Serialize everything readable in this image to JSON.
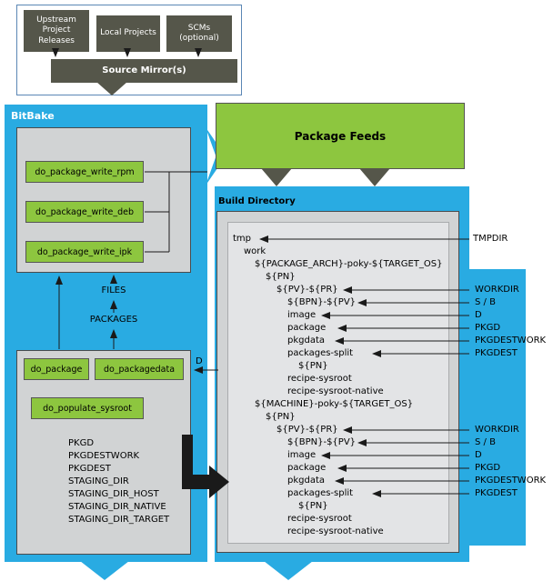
{
  "source_mirrors": {
    "boxes": [
      "Upstream Project Releases",
      "Local Projects",
      "SCMs (optional)"
    ],
    "mirror": "Source Mirror(s)"
  },
  "bitbake": {
    "title": "BitBake",
    "write_tasks": [
      "do_package_write_rpm",
      "do_package_write_deb",
      "do_package_write_ipk"
    ],
    "files_label": "FILES",
    "packages_label": "PACKAGES",
    "package_tasks": [
      "do_package",
      "do_packagedata"
    ],
    "sysroot_task": "do_populate_sysroot",
    "variables": [
      "PKGD",
      "PKGDESTWORK",
      "PKGDEST",
      "STAGING_DIR",
      "STAGING_DIR_HOST",
      "STAGING_DIR_NATIVE",
      "STAGING_DIR_TARGET"
    ],
    "d_arrow_label": "D"
  },
  "package_feeds": {
    "title": "Package Feeds"
  },
  "build_directory": {
    "title": "Build Directory",
    "tree": [
      "tmp",
      "work",
      "${PACKAGE_ARCH}-poky-${TARGET_OS}",
      "${PN}",
      "${PV}-${PR}",
      "${BPN}-${PV}",
      "image",
      "package",
      "pkgdata",
      "packages-split",
      "${PN}",
      "recipe-sysroot",
      "recipe-sysroot-native",
      "${MACHINE}-poky-${TARGET_OS}",
      "${PN}",
      "${PV}-${PR}",
      "${BPN}-${PV}",
      "image",
      "package",
      "pkgdata",
      "packages-split",
      "${PN}",
      "recipe-sysroot",
      "recipe-sysroot-native"
    ]
  },
  "variable_pointers": [
    "TMPDIR",
    "WORKDIR",
    "S / B",
    "D",
    "PKGD",
    "PKGDESTWORK",
    "PKGDEST",
    "WORKDIR",
    "S / B",
    "D",
    "PKGD",
    "PKGDESTWORK",
    "PKGDEST"
  ],
  "colors": {
    "blue": "#29ABE2",
    "green": "#8DC63F",
    "dark_olive": "#55564A",
    "panel_gray": "#D1D3D4",
    "inner_gray": "#E3E4E6"
  }
}
